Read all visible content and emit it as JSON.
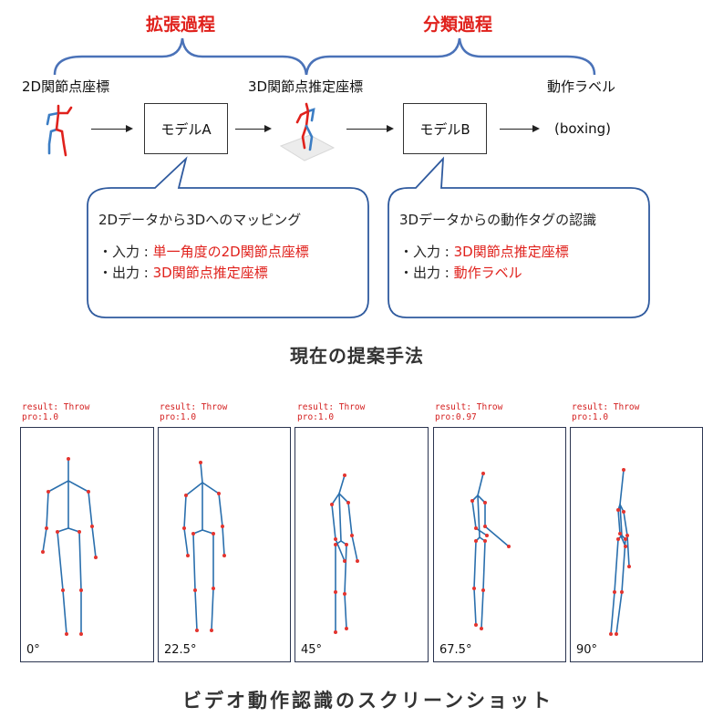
{
  "diagram": {
    "phases": {
      "expand": "拡張過程",
      "classify": "分類過程"
    },
    "nodes": {
      "input_label": "2D関節点座標",
      "mid_label": "3D関節点推定座標",
      "output_label": "動作ラベル",
      "model_a": "モデルA",
      "model_b": "モデルB",
      "output_value": "(boxing)"
    },
    "callout_a": {
      "title": "2Dデータから3Dへのマッピング",
      "input_prefix": "・入力 : ",
      "input_value": "単一角度の2D関節点座標",
      "output_prefix": "・出力 : ",
      "output_value": "3D関節点推定座標"
    },
    "callout_b": {
      "title": "3Dデータからの動作タグの認識",
      "input_prefix": "・入力 : ",
      "input_value": "3D関節点推定座標",
      "output_prefix": "・出力 : ",
      "output_value": "動作ラベル"
    },
    "caption_top": "現在の提案手法",
    "caption_bottom": "ビデオ動作認識のスクリーンショット"
  },
  "colors": {
    "accent_red": "#e0211c",
    "skeleton_blue": "#2a6fad",
    "joint_red": "#e3342f"
  },
  "screenshots": [
    {
      "result": "result: Throw",
      "pro": "pro:1.0",
      "angle": "0°"
    },
    {
      "result": "result: Throw",
      "pro": "pro:1.0",
      "angle": "22.5°"
    },
    {
      "result": "result: Throw",
      "pro": "pro:1.0",
      "angle": "45°"
    },
    {
      "result": "result: Throw",
      "pro": "pro:0.97",
      "angle": "67.5°"
    },
    {
      "result": "result: Throw",
      "pro": "pro:1.0",
      "angle": "90°"
    }
  ]
}
